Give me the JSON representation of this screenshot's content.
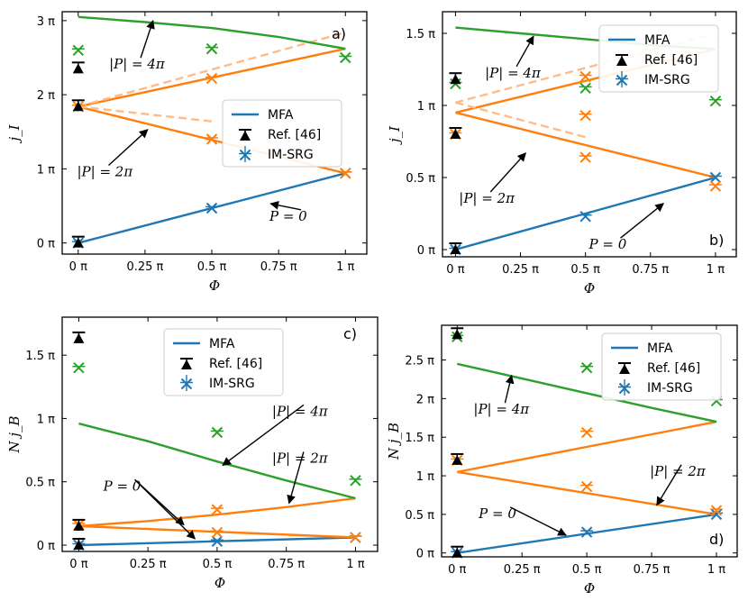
{
  "colors": {
    "p0": "#1f77b4",
    "p2": "#ff7f0e",
    "p4": "#2ca02c",
    "p2_dashed": "#ffbb88",
    "ref": "#000000"
  },
  "chart_data": [
    {
      "type": "line",
      "panel_label": "a)",
      "xlabel": "Φ",
      "ylabel": "j_I",
      "x_unit": "π",
      "xlim": [
        -0.06,
        1.08
      ],
      "ylim": [
        -0.15,
        3.12
      ],
      "xticks": [
        0,
        0.25,
        0.5,
        0.75,
        1
      ],
      "xtick_labels": [
        "0 π",
        "0.25 π",
        "0.5 π",
        "0.75 π",
        "1 π"
      ],
      "yticks": [
        0,
        1,
        2,
        3
      ],
      "ytick_labels": [
        "0 π",
        "1 π",
        "2 π",
        "3 π"
      ],
      "legend_position": "center-right",
      "legend": [
        "MFA",
        "Ref. [46]",
        "IM-SRG"
      ],
      "series": [
        {
          "group": "P0",
          "style": "solid",
          "x": [
            0,
            1
          ],
          "y": [
            0,
            0.94
          ]
        },
        {
          "group": "P2",
          "style": "solid",
          "x": [
            0,
            1
          ],
          "y": [
            1.84,
            0.94
          ]
        },
        {
          "group": "P2",
          "style": "solid",
          "x": [
            0,
            1
          ],
          "y": [
            1.84,
            2.62
          ]
        },
        {
          "group": "P2",
          "style": "dashed",
          "x": [
            0,
            0.5
          ],
          "y": [
            1.84,
            1.64
          ]
        },
        {
          "group": "P2",
          "style": "dashed",
          "x": [
            0,
            1
          ],
          "y": [
            1.84,
            2.84
          ]
        },
        {
          "group": "P4",
          "style": "solid",
          "x": [
            0,
            0.25,
            0.5,
            0.75,
            1
          ],
          "y": [
            3.05,
            2.98,
            2.9,
            2.78,
            2.62
          ]
        }
      ],
      "imsrg": [
        {
          "group": "P0",
          "x": [
            0,
            0.5,
            1
          ],
          "y": [
            0,
            0.47,
            0.94
          ]
        },
        {
          "group": "P2",
          "x": [
            0,
            0.5,
            0.5,
            1
          ],
          "y": [
            1.84,
            1.4,
            2.22,
            0.94
          ]
        },
        {
          "group": "P4",
          "x": [
            0,
            0.5,
            1
          ],
          "y": [
            2.6,
            2.62,
            2.5
          ]
        }
      ],
      "ref": [
        {
          "x": 0,
          "y": 0
        },
        {
          "x": 0,
          "y": 1.84
        },
        {
          "x": 0,
          "y": 2.35
        }
      ],
      "annotations": [
        {
          "text": "|P| = 4π",
          "tx": 0.2,
          "ty": 2.4,
          "ax": 0.28,
          "ay": 3.0
        },
        {
          "text": "|P| = 2π",
          "tx": 0.08,
          "ty": 0.95,
          "ax": 0.26,
          "ay": 1.53
        },
        {
          "text": "P = 0",
          "tx": 0.8,
          "ty": 0.35,
          "ax": 0.72,
          "ay": 0.53
        }
      ]
    },
    {
      "type": "line",
      "panel_label": "b)",
      "xlabel": "Φ",
      "ylabel": "j_I",
      "x_unit": "π",
      "xlim": [
        -0.05,
        1.08
      ],
      "ylim": [
        -0.05,
        1.65
      ],
      "xticks": [
        0,
        0.25,
        0.5,
        0.75,
        1
      ],
      "xtick_labels": [
        "0 π",
        "0.25 π",
        "0.5 π",
        "0.75 π",
        "1 π"
      ],
      "yticks": [
        0,
        0.5,
        1,
        1.5
      ],
      "ytick_labels": [
        "0 π",
        "0.5 π",
        "1 π",
        "1.5 π"
      ],
      "legend_position": "top-right",
      "legend": [
        "MFA",
        "Ref. [46]",
        "IM-SRG"
      ],
      "series": [
        {
          "group": "P0",
          "style": "solid",
          "x": [
            0,
            1
          ],
          "y": [
            0,
            0.5
          ]
        },
        {
          "group": "P2",
          "style": "solid",
          "x": [
            0,
            1
          ],
          "y": [
            0.95,
            0.5
          ]
        },
        {
          "group": "P2",
          "style": "solid",
          "x": [
            0,
            1
          ],
          "y": [
            0.95,
            1.39
          ]
        },
        {
          "group": "P2",
          "style": "dashed",
          "x": [
            0,
            0.5
          ],
          "y": [
            1.02,
            0.78
          ]
        },
        {
          "group": "P2",
          "style": "dashed",
          "x": [
            0,
            1
          ],
          "y": [
            1.02,
            1.5
          ]
        },
        {
          "group": "P4",
          "style": "solid",
          "x": [
            0,
            0.25,
            0.5,
            0.75,
            1
          ],
          "y": [
            1.54,
            1.5,
            1.46,
            1.42,
            1.39
          ]
        }
      ],
      "imsrg": [
        {
          "group": "P0",
          "x": [
            0,
            0.5,
            1
          ],
          "y": [
            0,
            0.23,
            0.5
          ]
        },
        {
          "group": "P2",
          "x": [
            0,
            0.5,
            0.5,
            0.5,
            1
          ],
          "y": [
            0.8,
            0.64,
            0.93,
            1.2,
            0.44
          ]
        },
        {
          "group": "P4",
          "x": [
            0,
            0.5,
            1
          ],
          "y": [
            1.15,
            1.12,
            1.03
          ]
        }
      ],
      "ref": [
        {
          "x": 0,
          "y": 0
        },
        {
          "x": 0,
          "y": 0.8
        },
        {
          "x": 0,
          "y": 1.18
        }
      ],
      "annotations": [
        {
          "text": "|P| = 4π",
          "tx": 0.2,
          "ty": 1.22,
          "ax": 0.3,
          "ay": 1.48
        },
        {
          "text": "|P| = 2π",
          "tx": 0.1,
          "ty": 0.35,
          "ax": 0.27,
          "ay": 0.67
        },
        {
          "text": "P = 0",
          "tx": 0.6,
          "ty": 0.03,
          "ax": 0.8,
          "ay": 0.32
        }
      ]
    },
    {
      "type": "line",
      "panel_label": "c)",
      "xlabel": "Φ",
      "ylabel": "N j_B",
      "x_unit": "π",
      "xlim": [
        -0.06,
        1.08
      ],
      "ylim": [
        -0.05,
        1.8
      ],
      "xticks": [
        0,
        0.25,
        0.5,
        0.75,
        1
      ],
      "xtick_labels": [
        "0 π",
        "0.25 π",
        "0.5 π",
        "0.75 π",
        "1 π"
      ],
      "yticks": [
        0,
        0.5,
        1,
        1.5
      ],
      "ytick_labels": [
        "0 π",
        "0.5 π",
        "1 π",
        "1.5 π"
      ],
      "legend_position": "top-center",
      "legend": [
        "MFA",
        "Ref. [46]",
        "IM-SRG"
      ],
      "series": [
        {
          "group": "P0",
          "style": "solid",
          "x": [
            0,
            1
          ],
          "y": [
            0,
            0.06
          ]
        },
        {
          "group": "P2",
          "style": "solid",
          "x": [
            0,
            1
          ],
          "y": [
            0.15,
            0.06
          ]
        },
        {
          "group": "P2",
          "style": "solid",
          "x": [
            0,
            0.25,
            0.5,
            0.75,
            1
          ],
          "y": [
            0.15,
            0.19,
            0.24,
            0.3,
            0.37
          ]
        },
        {
          "group": "P4",
          "style": "solid",
          "x": [
            0,
            0.25,
            0.5,
            0.75,
            1
          ],
          "y": [
            0.96,
            0.82,
            0.66,
            0.51,
            0.37
          ]
        }
      ],
      "imsrg": [
        {
          "group": "P0",
          "x": [
            0,
            0.5,
            1
          ],
          "y": [
            0,
            0.03,
            0.06
          ]
        },
        {
          "group": "P2",
          "x": [
            0,
            0.5,
            0.5,
            1
          ],
          "y": [
            0.16,
            0.1,
            0.28,
            0.06
          ]
        },
        {
          "group": "P4",
          "x": [
            0,
            0.5,
            1
          ],
          "y": [
            1.4,
            0.89,
            0.51
          ]
        }
      ],
      "ref": [
        {
          "x": 0,
          "y": 0
        },
        {
          "x": 0,
          "y": 0.15
        },
        {
          "x": 0,
          "y": 1.63
        }
      ],
      "annotations": [
        {
          "text": "|P| = 4π",
          "tx": 0.78,
          "ty": 1.05,
          "ax": 0.52,
          "ay": 0.63
        },
        {
          "text": "|P| = 2π",
          "tx": 0.78,
          "ty": 0.68,
          "ax": 0.76,
          "ay": 0.33
        },
        {
          "text": "P = 0",
          "tx": 0.17,
          "ty": 0.46,
          "ax": 0.42,
          "ay": 0.05
        },
        {
          "text": "",
          "tx": 0.17,
          "ty": 0.46,
          "ax": 0.38,
          "ay": 0.16
        }
      ]
    },
    {
      "type": "line",
      "panel_label": "d)",
      "xlabel": "Φ",
      "ylabel": "N j_B",
      "x_unit": "π",
      "xlim": [
        -0.06,
        1.08
      ],
      "ylim": [
        -0.05,
        2.95
      ],
      "xticks": [
        0,
        0.25,
        0.5,
        0.75,
        1
      ],
      "xtick_labels": [
        "0 π",
        "0.25 π",
        "0.5 π",
        "0.75 π",
        "1 π"
      ],
      "yticks": [
        0,
        0.5,
        1,
        1.5,
        2,
        2.5
      ],
      "ytick_labels": [
        "0 π",
        "0.5 π",
        "1 π",
        "1.5 π",
        "2 π",
        "2.5 π"
      ],
      "legend_position": "top-right",
      "legend": [
        "MFA",
        "Ref. [46]",
        "IM-SRG"
      ],
      "series": [
        {
          "group": "P0",
          "style": "solid",
          "x": [
            0,
            1
          ],
          "y": [
            0,
            0.5
          ]
        },
        {
          "group": "P2",
          "style": "solid",
          "x": [
            0,
            1
          ],
          "y": [
            1.05,
            0.5
          ]
        },
        {
          "group": "P2",
          "style": "solid",
          "x": [
            0,
            1
          ],
          "y": [
            1.05,
            1.7
          ]
        },
        {
          "group": "P4",
          "style": "solid",
          "x": [
            0,
            0.25,
            0.5,
            0.75,
            1
          ],
          "y": [
            2.45,
            2.26,
            2.07,
            1.88,
            1.7
          ]
        }
      ],
      "imsrg": [
        {
          "group": "P0",
          "x": [
            0,
            0.5,
            1
          ],
          "y": [
            0,
            0.27,
            0.5
          ]
        },
        {
          "group": "P2",
          "x": [
            0,
            0.5,
            0.5,
            1
          ],
          "y": [
            1.2,
            0.86,
            1.56,
            0.55
          ]
        },
        {
          "group": "P4",
          "x": [
            0,
            0.5,
            1
          ],
          "y": [
            2.8,
            2.4,
            1.97
          ]
        }
      ],
      "ref": [
        {
          "x": 0,
          "y": 0
        },
        {
          "x": 0,
          "y": 1.2
        },
        {
          "x": 0,
          "y": 2.83
        }
      ],
      "annotations": [
        {
          "text": "|P| = 4π",
          "tx": 0.15,
          "ty": 1.85,
          "ax": 0.21,
          "ay": 2.3
        },
        {
          "text": "|P| = 2π",
          "tx": 0.83,
          "ty": 1.05,
          "ax": 0.77,
          "ay": 0.62
        },
        {
          "text": "P = 0",
          "tx": 0.17,
          "ty": 0.5,
          "ax": 0.42,
          "ay": 0.23
        }
      ]
    }
  ]
}
